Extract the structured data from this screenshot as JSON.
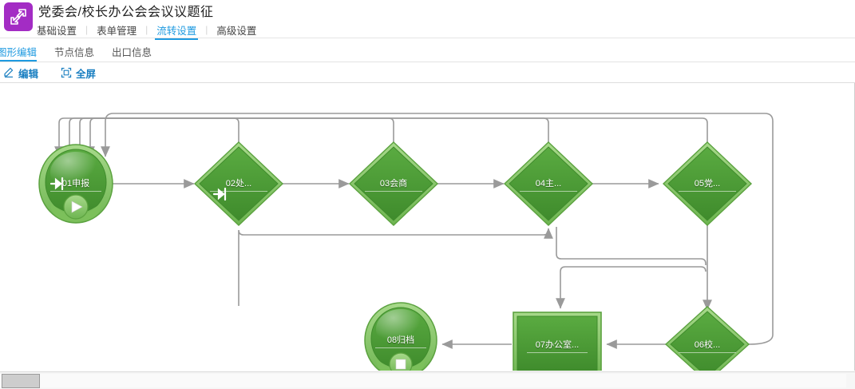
{
  "header": {
    "logo_icon": "flow-refresh-icon",
    "logo_color": "#a32cc4",
    "title": "党委会/校长办公会会议议题征",
    "accent_color": "#1e9ae0",
    "tabs": [
      {
        "label": "基础设置",
        "active": false
      },
      {
        "label": "表单管理",
        "active": false
      },
      {
        "label": "流转设置",
        "active": true
      },
      {
        "label": "高级设置",
        "active": false
      }
    ],
    "separator": "|"
  },
  "subtabs": [
    {
      "label": "图形编辑",
      "active": true
    },
    {
      "label": "节点信息",
      "active": false
    },
    {
      "label": "出口信息",
      "active": false
    }
  ],
  "toolbar": {
    "edit": {
      "label": "编辑",
      "icon": "pencil-icon"
    },
    "fullscreen": {
      "label": "全屏",
      "icon": "fullscreen-icon"
    }
  },
  "diagram": {
    "node_fill": "#4a9b35",
    "node_border": "#7dc45a",
    "edge_color": "#9a9a9a",
    "nodes": [
      {
        "id": "n01",
        "label": "01申报",
        "shape": "start-circle",
        "glyph": "enter-arrow-icon",
        "badge": "play-icon"
      },
      {
        "id": "n02",
        "label": "02处...",
        "shape": "diamond",
        "glyph": "enter-arrow-icon",
        "badge": ""
      },
      {
        "id": "n03",
        "label": "03会商",
        "shape": "diamond",
        "glyph": "",
        "badge": ""
      },
      {
        "id": "n04",
        "label": "04主...",
        "shape": "diamond",
        "glyph": "",
        "badge": ""
      },
      {
        "id": "n05",
        "label": "05党...",
        "shape": "diamond",
        "glyph": "",
        "badge": ""
      },
      {
        "id": "n06",
        "label": "06校...",
        "shape": "diamond",
        "glyph": "",
        "badge": ""
      },
      {
        "id": "n07",
        "label": "07办公室...",
        "shape": "rectangle",
        "glyph": "",
        "badge": ""
      },
      {
        "id": "n08",
        "label": "08归档",
        "shape": "end-circle",
        "glyph": "",
        "badge": "stop-icon"
      }
    ],
    "edges": [
      {
        "from": "n01",
        "to": "n02"
      },
      {
        "from": "n02",
        "to": "n03"
      },
      {
        "from": "n03",
        "to": "n04"
      },
      {
        "from": "n04",
        "to": "n05"
      },
      {
        "from": "n05",
        "to": "n06"
      },
      {
        "from": "n06",
        "to": "n07"
      },
      {
        "from": "n07",
        "to": "n08"
      },
      {
        "from": "n02",
        "to": "n01"
      },
      {
        "from": "n03",
        "to": "n01"
      },
      {
        "from": "n04",
        "to": "n01"
      },
      {
        "from": "n05",
        "to": "n01"
      },
      {
        "from": "n06",
        "to": "n01"
      },
      {
        "from": "n02",
        "to": "n04"
      },
      {
        "from": "n04",
        "to": "n07"
      },
      {
        "from": "n05",
        "to": "n07"
      }
    ]
  },
  "scrollbar": {
    "orientation": "horizontal"
  }
}
